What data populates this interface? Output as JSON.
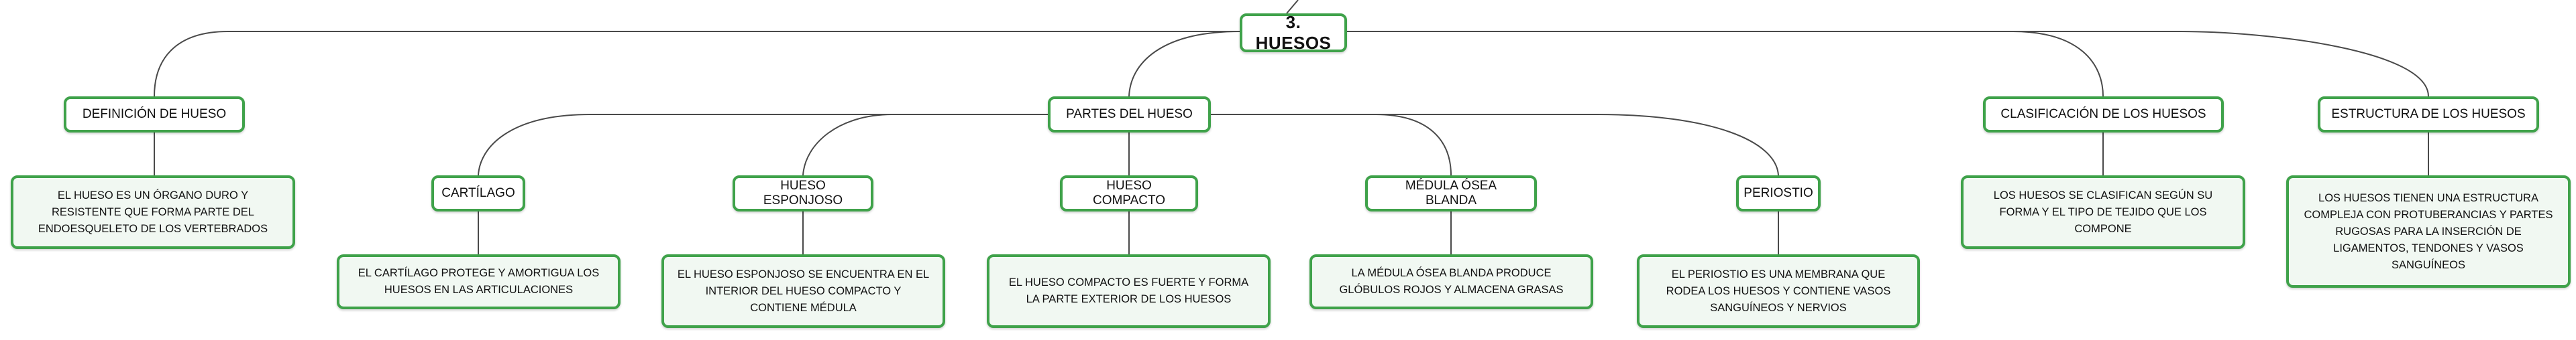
{
  "accent_color": "#3fa24a",
  "root": "3. HUESOS",
  "main": {
    "definition": {
      "title": "DEFINICIÓN DE HUESO",
      "text": "EL HUESO ES UN ÓRGANO DURO Y RESISTENTE QUE FORMA PARTE DEL ENDOESQUELETO DE LOS VERTEBRADOS"
    },
    "parts": {
      "title": "PARTES DEL HUESO",
      "items": [
        {
          "title": "CARTÍLAGO",
          "text": "EL CARTÍLAGO PROTEGE Y AMORTIGUA LOS HUESOS EN LAS ARTICULACIONES"
        },
        {
          "title": "HUESO ESPONJOSO",
          "text": "EL HUESO ESPONJOSO SE ENCUENTRA EN EL INTERIOR DEL HUESO COMPACTO Y CONTIENE MÉDULA"
        },
        {
          "title": "HUESO COMPACTO",
          "text": "EL HUESO COMPACTO ES FUERTE Y FORMA LA PARTE EXTERIOR DE LOS HUESOS"
        },
        {
          "title": "MÉDULA ÓSEA BLANDA",
          "text": "LA MÉDULA ÓSEA BLANDA PRODUCE GLÓBULOS ROJOS Y ALMACENA GRASAS"
        },
        {
          "title": "PERIOSTIO",
          "text": "EL PERIOSTIO ES UNA MEMBRANA QUE RODEA LOS HUESOS Y CONTIENE VASOS SANGUÍNEOS Y NERVIOS"
        }
      ]
    },
    "classification": {
      "title": "CLASIFICACIÓN DE LOS HUESOS",
      "text": "LOS HUESOS SE CLASIFICAN SEGÚN SU FORMA Y EL TIPO DE TEJIDO QUE LOS COMPONE"
    },
    "structure": {
      "title": "ESTRUCTURA DE LOS HUESOS",
      "text": "LOS HUESOS TIENEN UNA ESTRUCTURA COMPLEJA CON PROTUBERANCIAS Y PARTES RUGOSAS PARA LA INSERCIÓN DE LIGAMENTOS, TENDONES Y VASOS SANGUÍNEOS"
    }
  }
}
